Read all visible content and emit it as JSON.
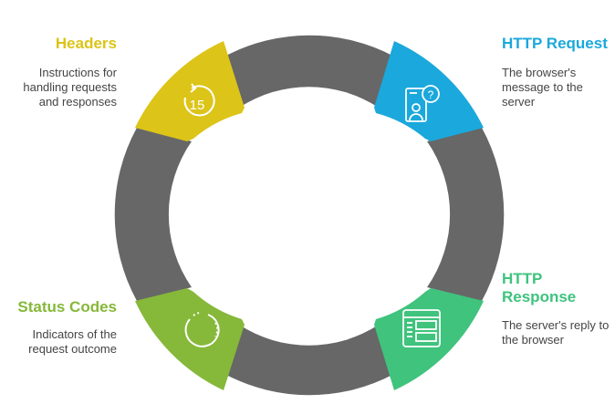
{
  "colors": {
    "ring": "#676767",
    "headers": "#dcc418",
    "http_request": "#1ba8dc",
    "http_response": "#3fc37d",
    "status_codes": "#86b83a",
    "description_text": "#444444",
    "icon_stroke": "#ffffff"
  },
  "sections": {
    "headers": {
      "title": "Headers",
      "description_lines": [
        "Instructions for",
        "handling requests",
        "and responses"
      ],
      "icon": "timer-15-icon",
      "icon_text": "15"
    },
    "http_request": {
      "title": "HTTP Request",
      "description_lines": [
        "The browser's",
        "message to the",
        "server"
      ],
      "icon": "user-question-icon"
    },
    "http_response": {
      "title_lines": [
        "HTTP",
        "Response"
      ],
      "description_lines": [
        "The server's reply to",
        "the browser"
      ],
      "icon": "browser-window-icon"
    },
    "status_codes": {
      "title": "Status Codes",
      "description_lines": [
        "Indicators of the",
        "request outcome"
      ],
      "icon": "loading-circle-icon"
    }
  }
}
